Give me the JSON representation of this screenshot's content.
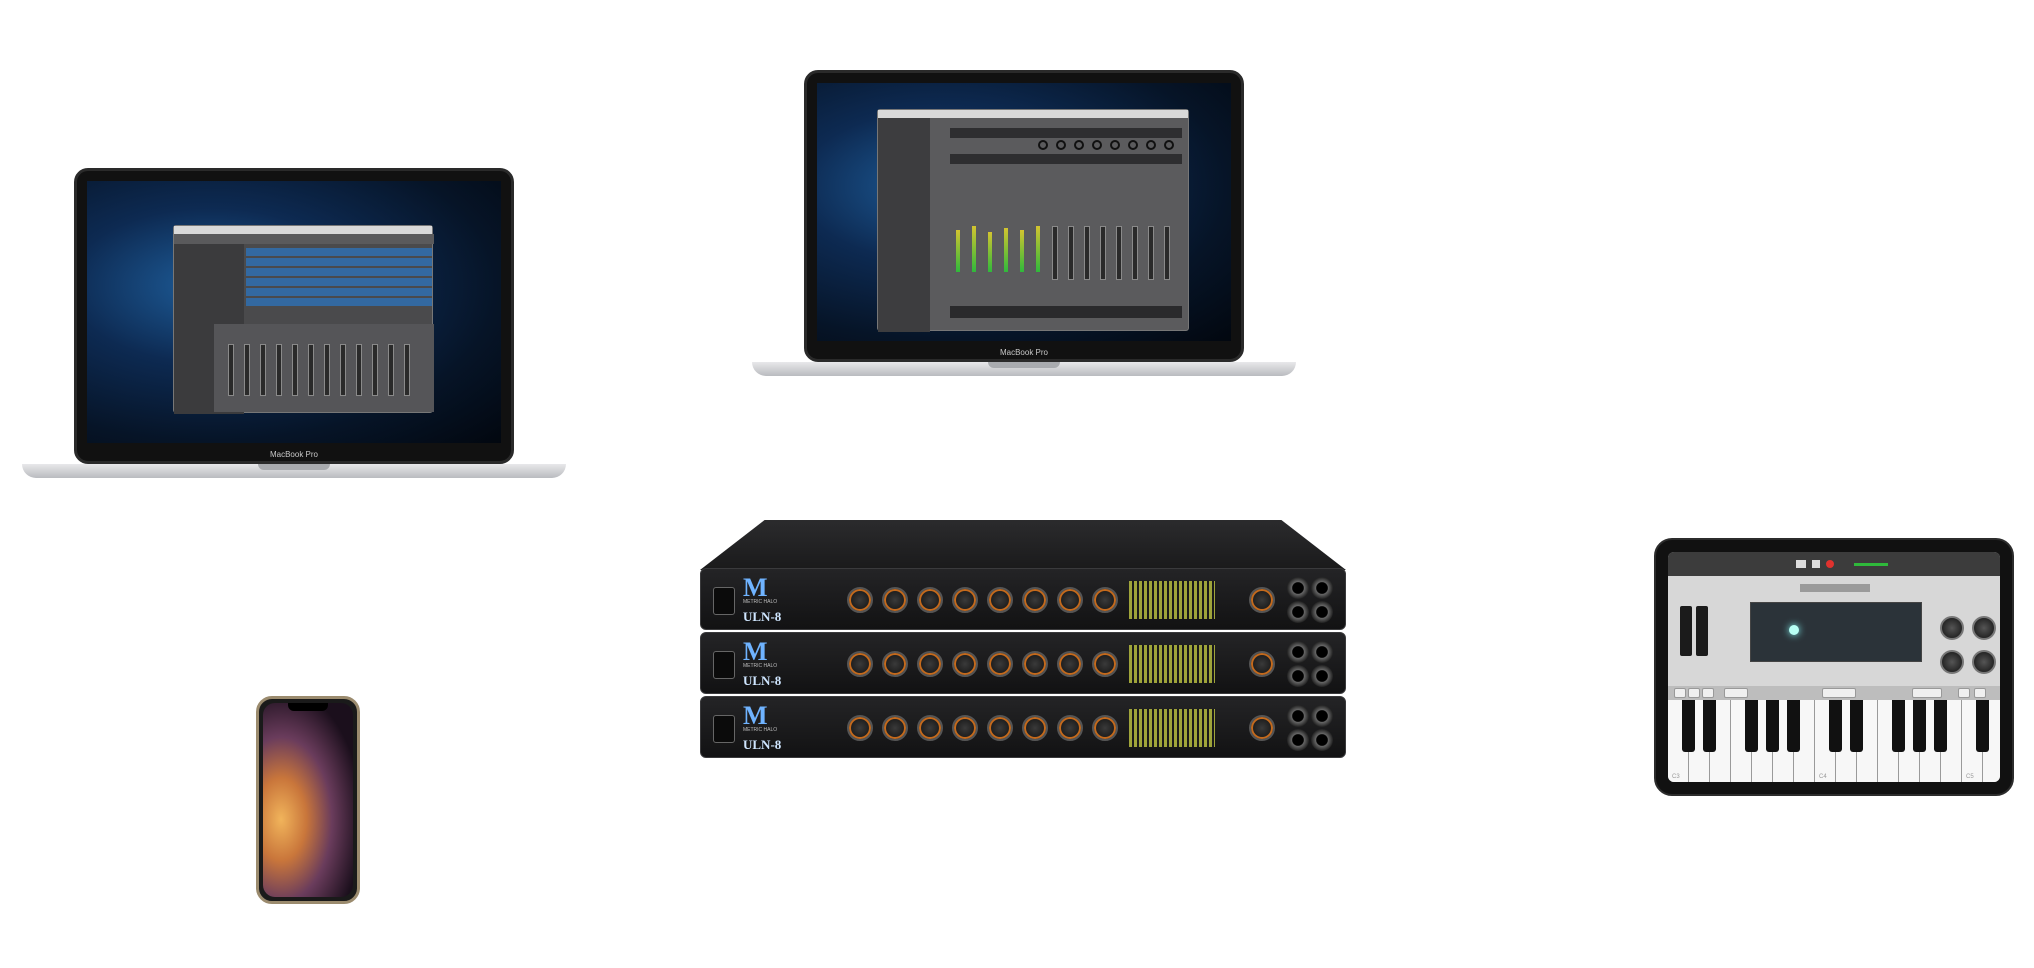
{
  "devices": {
    "laptop_left": {
      "label": "MacBook Pro"
    },
    "laptop_center": {
      "label": "MacBook Pro"
    },
    "rack": {
      "units": [
        {
          "brand": "METRIC HALO",
          "model": "ULN-8"
        },
        {
          "brand": "METRIC HALO",
          "model": "ULN-8"
        },
        {
          "brand": "METRIC HALO",
          "model": "ULN-8"
        }
      ]
    },
    "phone": {},
    "tablet": {
      "key_labels": [
        "C3",
        "C4",
        "C5"
      ]
    }
  },
  "colors": {
    "background": "#ffffff",
    "screen_blue": "#1e5d9a",
    "rack_accent": "#c46a1d",
    "meter_green": "#2fb93b"
  }
}
